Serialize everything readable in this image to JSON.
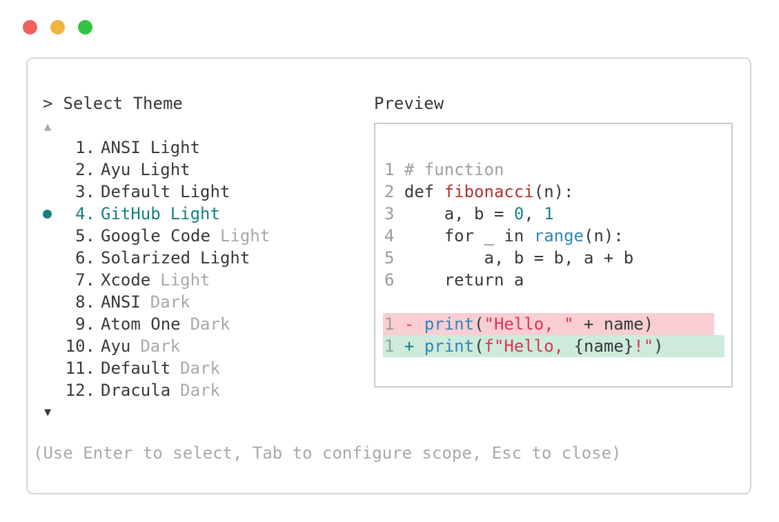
{
  "window": {
    "traffic_lights": [
      {
        "name": "close",
        "color": "#f2615d"
      },
      {
        "name": "minimize",
        "color": "#f1b440"
      },
      {
        "name": "zoom",
        "color": "#31c440"
      }
    ]
  },
  "palette": {
    "text": "#35393c",
    "muted": "#a8a8a8",
    "line_number": "#9b9b9b",
    "selection_teal": "#15807d",
    "builtin_blue": "#2e86ba",
    "function_red": "#b1332e",
    "string_red": "#dd3355",
    "comment_gray": "#9aa39a",
    "number_teal": "#15828a",
    "diff_minus": "#d8415a",
    "diff_plus": "#127d7c",
    "diff_removed_bg": "#f8ced2",
    "diff_added_bg": "#cdeada"
  },
  "selector": {
    "prompt": ">",
    "title": "Select Theme",
    "up_arrow": "▲",
    "down_arrow": "▼",
    "footer": "(Use Enter to select, Tab to configure scope, Esc to close)",
    "items": [
      {
        "num": "1.",
        "name": "ANSI",
        "suffix": "Light",
        "suffix_muted": false,
        "selected": false
      },
      {
        "num": "2.",
        "name": "Ayu",
        "suffix": "Light",
        "suffix_muted": false,
        "selected": false
      },
      {
        "num": "3.",
        "name": "Default",
        "suffix": "Light",
        "suffix_muted": false,
        "selected": false
      },
      {
        "num": "4.",
        "name": "GitHub",
        "suffix": "Light",
        "suffix_muted": false,
        "selected": true
      },
      {
        "num": "5.",
        "name": "Google Code",
        "suffix": "Light",
        "suffix_muted": true,
        "selected": false
      },
      {
        "num": "6.",
        "name": "Solarized",
        "suffix": "Light",
        "suffix_muted": false,
        "selected": false
      },
      {
        "num": "7.",
        "name": "Xcode",
        "suffix": "Light",
        "suffix_muted": true,
        "selected": false
      },
      {
        "num": "8.",
        "name": "ANSI",
        "suffix": "Dark",
        "suffix_muted": true,
        "selected": false
      },
      {
        "num": "9.",
        "name": "Atom One",
        "suffix": "Dark",
        "suffix_muted": true,
        "selected": false
      },
      {
        "num": "10.",
        "name": "Ayu",
        "suffix": "Dark",
        "suffix_muted": true,
        "selected": false
      },
      {
        "num": "11.",
        "name": "Default",
        "suffix": "Dark",
        "suffix_muted": true,
        "selected": false
      },
      {
        "num": "12.",
        "name": "Dracula",
        "suffix": "Dark",
        "suffix_muted": true,
        "selected": false
      }
    ]
  },
  "preview": {
    "label": "Preview",
    "lines": [
      {
        "highlight": null,
        "tokens": [
          {
            "t": "1 ",
            "c": "ln"
          },
          {
            "t": "# function",
            "c": "comment"
          }
        ]
      },
      {
        "highlight": null,
        "tokens": [
          {
            "t": "2 ",
            "c": "ln"
          },
          {
            "t": "def ",
            "c": "text"
          },
          {
            "t": "fibonacci",
            "c": "func"
          },
          {
            "t": "(n):",
            "c": "text"
          }
        ]
      },
      {
        "highlight": null,
        "tokens": [
          {
            "t": "3 ",
            "c": "ln"
          },
          {
            "t": "    a, b = ",
            "c": "text"
          },
          {
            "t": "0",
            "c": "num"
          },
          {
            "t": ", ",
            "c": "text"
          },
          {
            "t": "1",
            "c": "num"
          }
        ]
      },
      {
        "highlight": null,
        "tokens": [
          {
            "t": "4 ",
            "c": "ln"
          },
          {
            "t": "    for _ in ",
            "c": "text"
          },
          {
            "t": "range",
            "c": "builtin"
          },
          {
            "t": "(n):",
            "c": "text"
          }
        ]
      },
      {
        "highlight": null,
        "tokens": [
          {
            "t": "5 ",
            "c": "ln"
          },
          {
            "t": "        a, b = b, a + b",
            "c": "text"
          }
        ]
      },
      {
        "highlight": null,
        "tokens": [
          {
            "t": "6 ",
            "c": "ln"
          },
          {
            "t": "    return a",
            "c": "text"
          }
        ]
      },
      {
        "highlight": null,
        "tokens": []
      },
      {
        "highlight": "removed",
        "tokens": [
          {
            "t": "1 ",
            "c": "ln"
          },
          {
            "t": "- ",
            "c": "minus"
          },
          {
            "t": "print",
            "c": "builtin"
          },
          {
            "t": "(",
            "c": "text"
          },
          {
            "t": "\"Hello, \"",
            "c": "string"
          },
          {
            "t": " + name)",
            "c": "text"
          }
        ]
      },
      {
        "highlight": "added",
        "tokens": [
          {
            "t": "1 ",
            "c": "ln"
          },
          {
            "t": "+ ",
            "c": "plus"
          },
          {
            "t": "print",
            "c": "builtin"
          },
          {
            "t": "(",
            "c": "text"
          },
          {
            "t": "f\"Hello, ",
            "c": "string"
          },
          {
            "t": "{name}",
            "c": "text"
          },
          {
            "t": "!\"",
            "c": "string"
          },
          {
            "t": ")",
            "c": "text"
          }
        ]
      }
    ]
  }
}
